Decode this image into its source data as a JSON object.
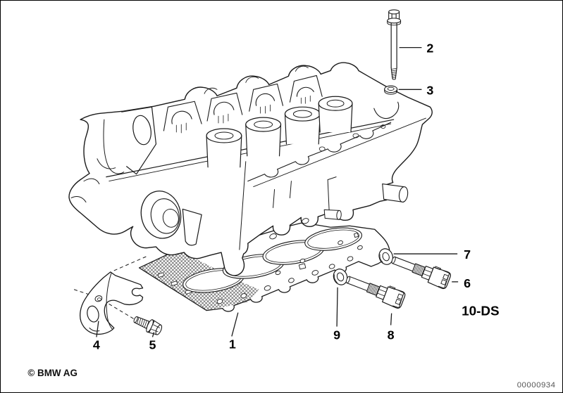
{
  "callouts": {
    "c1": "1",
    "c2": "2",
    "c3": "3",
    "c4": "4",
    "c5": "5",
    "c6": "6",
    "c7": "7",
    "c8": "8",
    "c9": "9"
  },
  "variant_code": "10-DS",
  "footer": {
    "copyright": "© BMW AG",
    "drawing_number": "00000934"
  },
  "colors": {
    "line": "#1a1a1a",
    "background": "#ffffff",
    "drawing_number_color": "#555555"
  }
}
